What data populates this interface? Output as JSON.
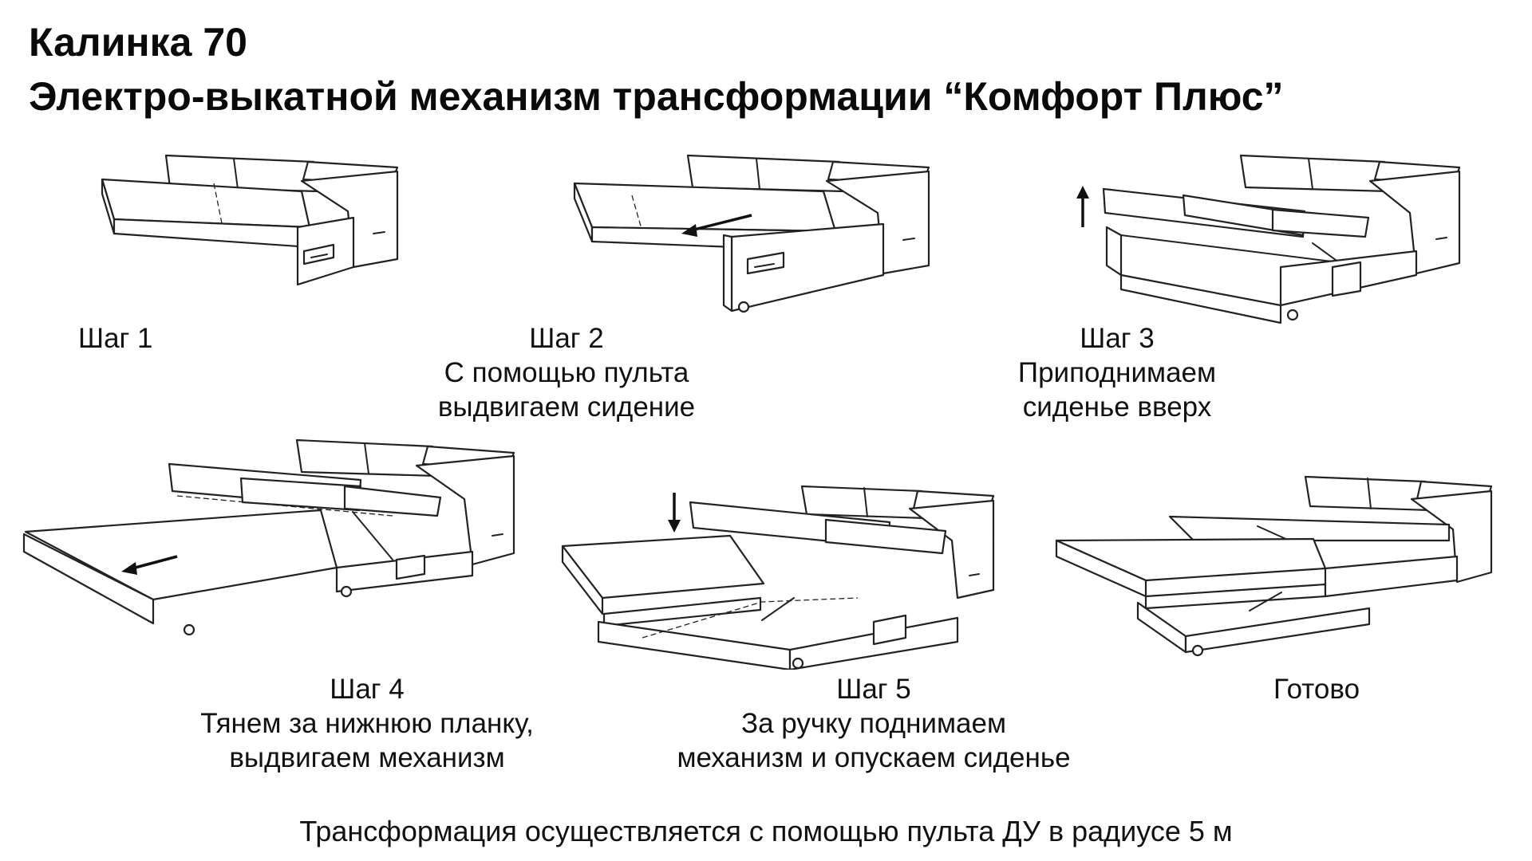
{
  "title": {
    "line1": "Калинка 70",
    "line2": "Электро-выкатной механизм трансформации “Комфорт Плюс”"
  },
  "steps": [
    {
      "label": "Шаг 1",
      "lines": []
    },
    {
      "label": "Шаг 2",
      "lines": [
        "С помощью пульта",
        "выдвигаем сидение"
      ]
    },
    {
      "label": "Шаг 3",
      "lines": [
        "Приподнимаем",
        "сиденье вверх"
      ]
    },
    {
      "label": "Шаг 4",
      "lines": [
        "Тянем за нижнюю планку,",
        "выдвигаем механизм"
      ]
    },
    {
      "label": "Шаг 5",
      "lines": [
        "За ручку поднимаем",
        "механизм и опускаем сиденье"
      ]
    },
    {
      "label": "Готово",
      "lines": []
    }
  ],
  "footer": "Трансформация осуществляется с помощью пульта ДУ в радиусе 5 м",
  "colors": {
    "line": "#222222",
    "background": "#ffffff",
    "text": "#111111"
  }
}
